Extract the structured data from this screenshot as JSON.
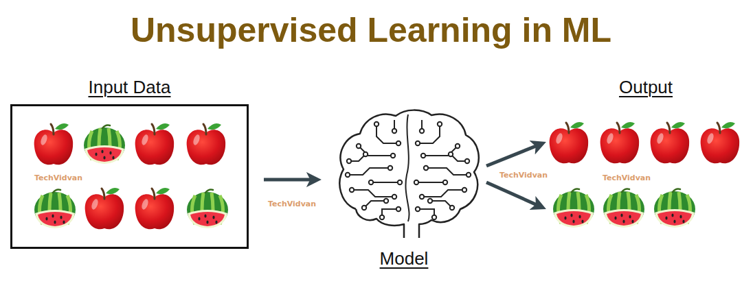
{
  "diagram": {
    "title": "Unsupervised Learning in ML",
    "nodes": [
      {
        "text": [
          "Input Data"
        ]
      },
      {
        "text": [
          "Model"
        ]
      },
      {
        "text": [
          "Output"
        ]
      }
    ],
    "edges": [
      {
        "from": 0,
        "to": 1,
        "arrow": "to"
      },
      {
        "from": 1,
        "to": 2,
        "arrow": "to"
      },
      {
        "from": 1,
        "to": 2,
        "arrow": "to"
      }
    ],
    "labels": [
      "TechVidvan",
      "TechVidvan",
      "TechVidvan",
      "TechVidvan"
    ]
  }
}
